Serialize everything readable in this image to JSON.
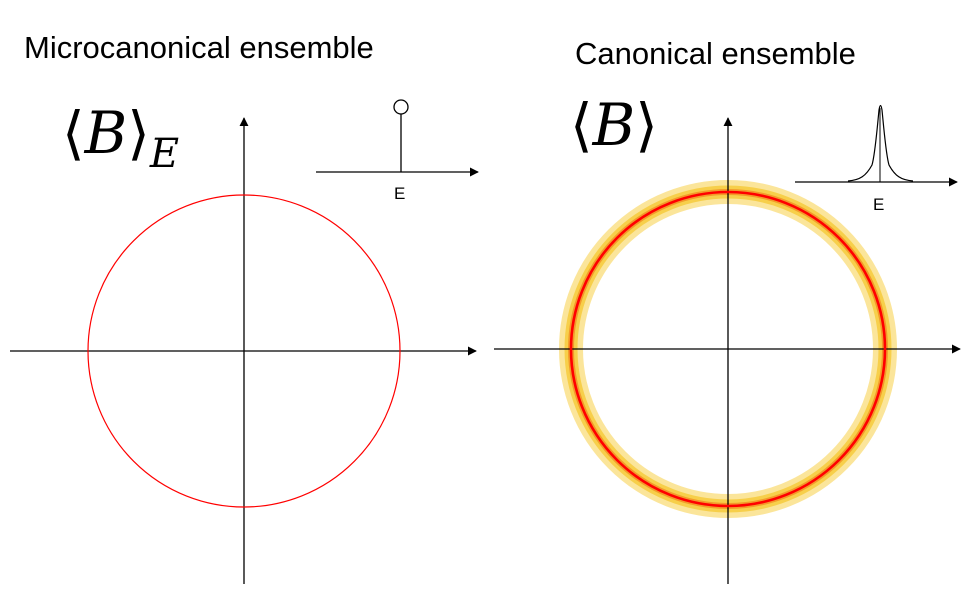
{
  "panels": {
    "microcanonical": {
      "title": "Microcanonical ensemble",
      "formula": {
        "open": "⟨",
        "var": "B",
        "close": "⟩",
        "sub": "E"
      },
      "inset_axis_label": "E",
      "circle_color": "#ff0000"
    },
    "canonical": {
      "title": "Canonical ensemble",
      "formula": {
        "open": "⟨",
        "var": "B",
        "close": "⟩"
      },
      "inset_axis_label": "E",
      "circle_color": "#ff0000",
      "halo_color": "#f6d352"
    }
  },
  "colors": {
    "axes": "#000000",
    "background": "#ffffff"
  }
}
